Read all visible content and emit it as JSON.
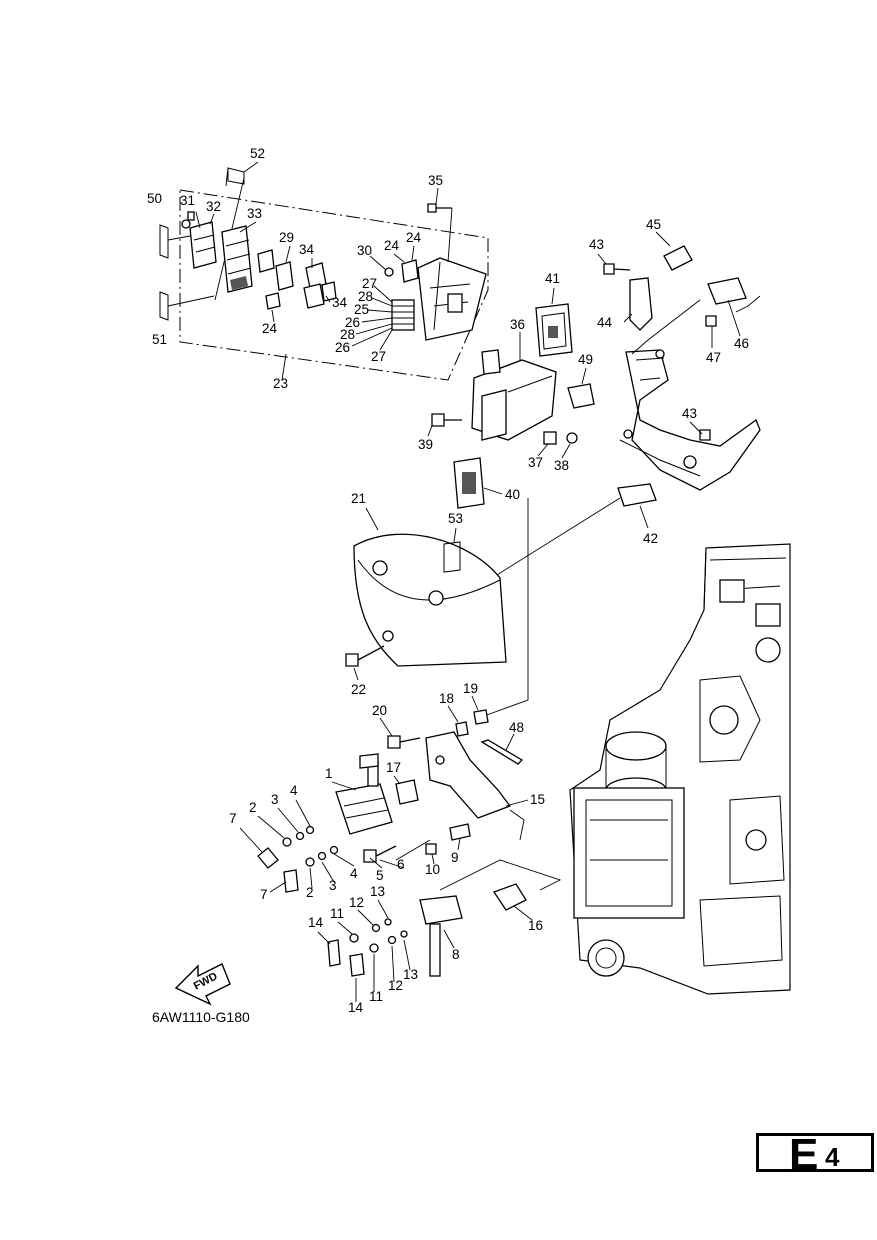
{
  "drawing_code": "6AW1110-G180",
  "fwd_label": "FWD",
  "page_tag": {
    "letter": "E",
    "number": "4"
  },
  "callouts": {
    "c1": "1",
    "c2a": "2",
    "c2b": "2",
    "c3a": "3",
    "c3b": "3",
    "c4a": "4",
    "c4b": "4",
    "c5": "5",
    "c6": "6",
    "c7a": "7",
    "c7b": "7",
    "c8": "8",
    "c9": "9",
    "c10": "10",
    "c11a": "11",
    "c11b": "11",
    "c12a": "12",
    "c12b": "12",
    "c13a": "13",
    "c13b": "13",
    "c14a": "14",
    "c14b": "14",
    "c15": "15",
    "c16": "16",
    "c17": "17",
    "c18": "18",
    "c19": "19",
    "c20": "20",
    "c21": "21",
    "c22": "22",
    "c23": "23",
    "c24a": "24",
    "c24b": "24",
    "c24c": "24",
    "c25": "25",
    "c26a": "26",
    "c26b": "26",
    "c27a": "27",
    "c27b": "27",
    "c28a": "28",
    "c28b": "28",
    "c29": "29",
    "c30": "30",
    "c31": "31",
    "c32": "32",
    "c33": "33",
    "c34a": "34",
    "c34b": "34",
    "c35": "35",
    "c36": "36",
    "c37": "37",
    "c38": "38",
    "c39": "39",
    "c40": "40",
    "c41": "41",
    "c42": "42",
    "c43a": "43",
    "c43b": "43",
    "c44": "44",
    "c45": "45",
    "c46": "46",
    "c47": "47",
    "c48": "48",
    "c49": "49",
    "c50": "50",
    "c51": "51",
    "c52": "52",
    "c53": "53"
  }
}
